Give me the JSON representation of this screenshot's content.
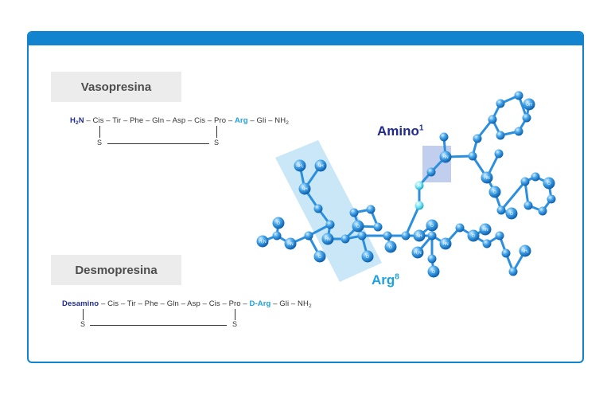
{
  "vaso": {
    "title": "Vasopresina",
    "h2n_h": "H",
    "h2n_2": "2",
    "h2n_n": "N",
    "seq_mid": " – Cis – Tir – Phe – Gln – Asp – Cis – Pro – ",
    "arg": "Arg",
    "seq_end": " – Gli – NH",
    "nh_sub": "2",
    "s_left": "S",
    "s_right": "S"
  },
  "desmo": {
    "title": "Desmopresina",
    "desamino": "Desamino",
    "seq_mid": " – Cis – Tir – Phe – Gln – Asp – Cis – Pro – ",
    "darg": "D-Arg",
    "seq_end": " – Gli – NH",
    "nh_sub": "2",
    "s_left": "S",
    "s_right": "S"
  },
  "molecule": {
    "amino_label": "Amino",
    "amino_sup": "1",
    "arg_label": "Arg",
    "arg_sup": "8",
    "atom_labels": [
      "OH",
      "NH₂",
      "NH",
      "NH",
      "O",
      "H₂N",
      "O",
      "HN",
      "HN",
      "O",
      "O",
      "NH",
      "O",
      "HN",
      "O",
      "H₂N",
      "O",
      "HN",
      "O",
      "NH₂",
      "HN",
      "O",
      "O",
      "H",
      "HN",
      "O"
    ]
  },
  "colors": {
    "accent": "#1284cf",
    "dark_blue": "#1f2b8f",
    "light_blue": "#1da1e0",
    "atom": "#2b8fe0",
    "highlight": "#bfe3f4"
  }
}
